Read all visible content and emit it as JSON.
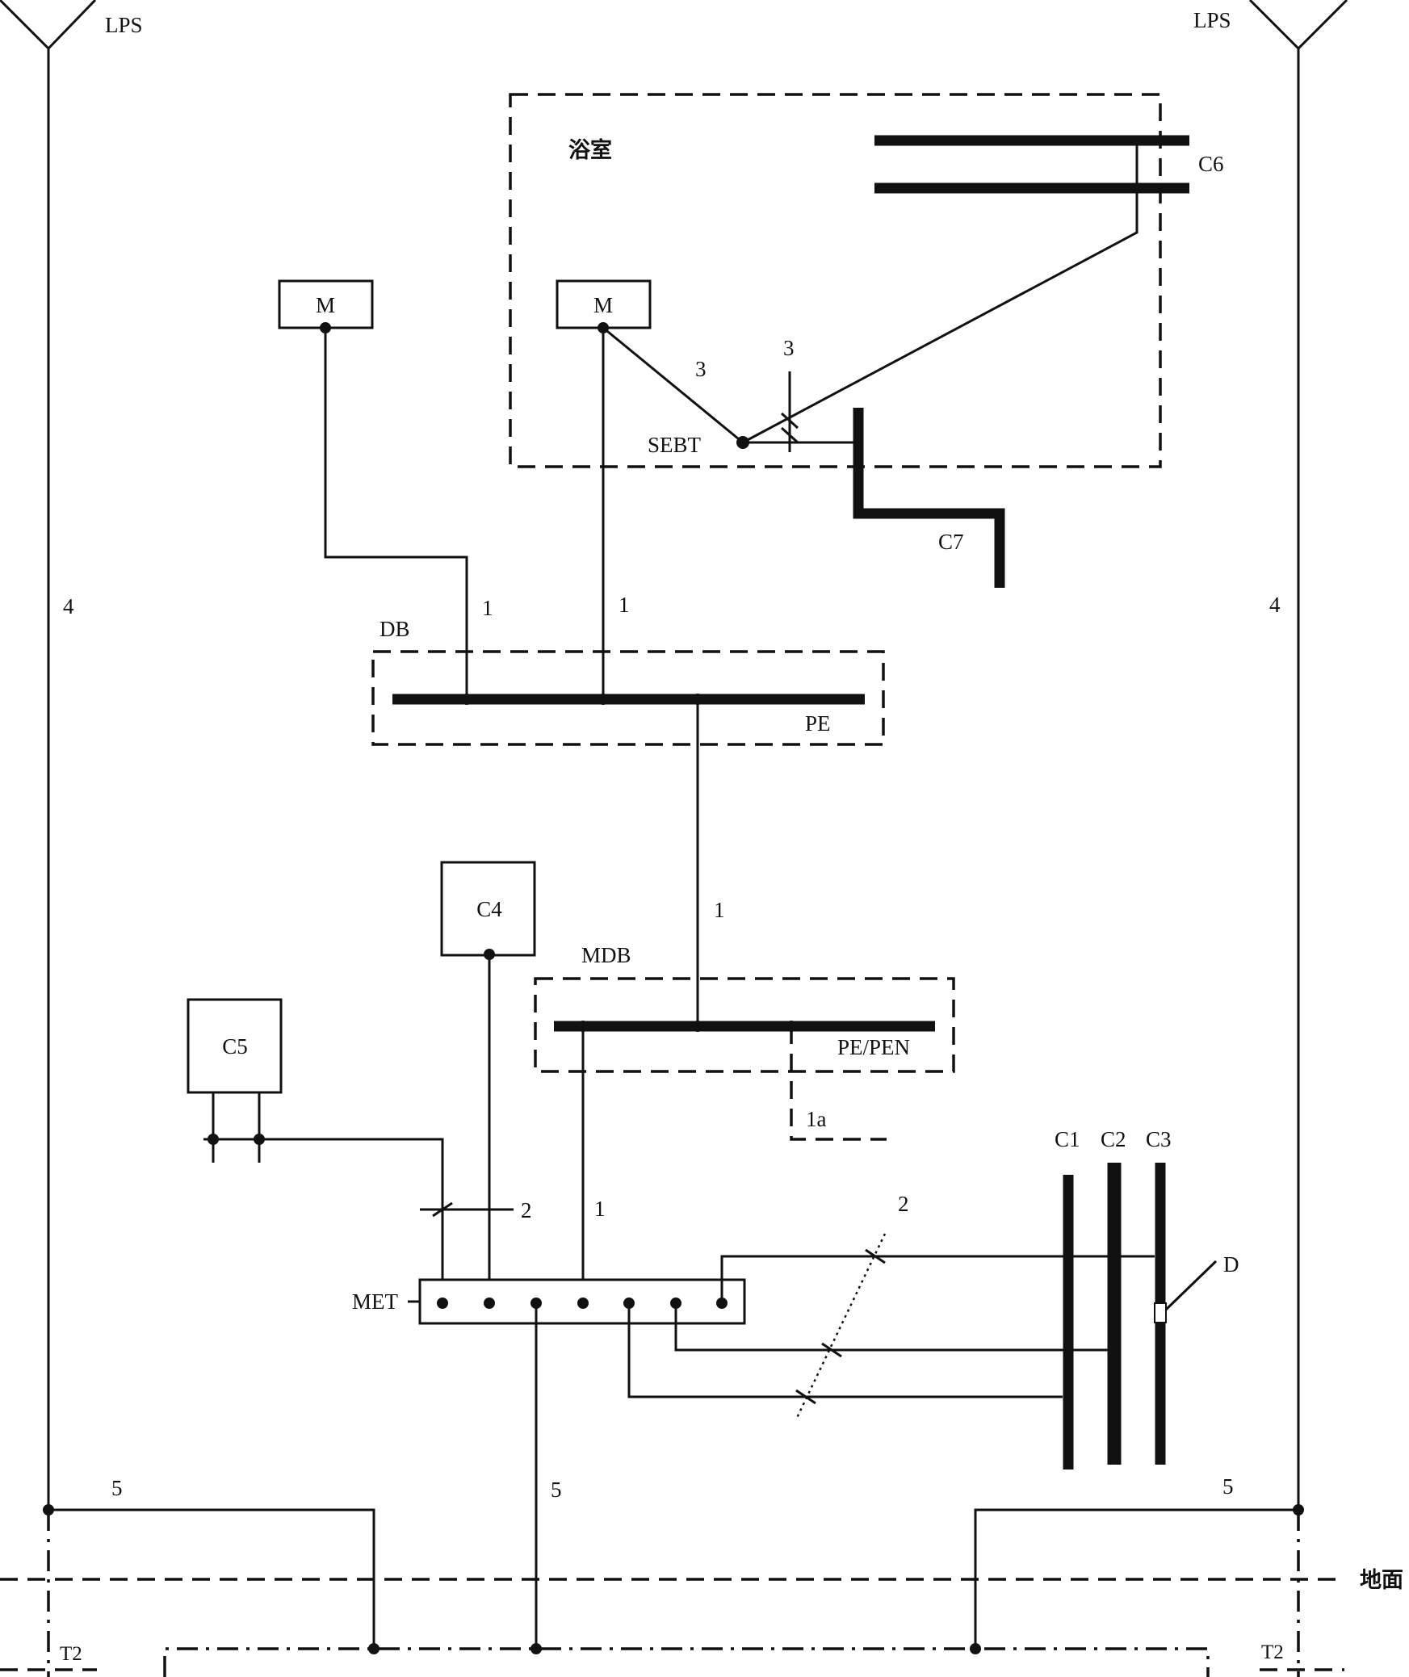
{
  "labels": {
    "lps_left": "LPS",
    "lps_right": "LPS",
    "bathroom": "浴室",
    "c6": "C6",
    "m_left": "M",
    "m_bath": "M",
    "sebt": "SEBT",
    "n3_a": "3",
    "n3_b": "3",
    "c7": "C7",
    "n4_left": "4",
    "n4_right": "4",
    "db": "DB",
    "n1_db_left": "1",
    "n1_db_right": "1",
    "pe": "PE",
    "c4": "C4",
    "n1_mdb": "1",
    "mdb": "MDB",
    "pe_pen": "PE/PEN",
    "c5": "C5",
    "n1a": "1a",
    "c1": "C1",
    "c2": "C2",
    "c3": "C3",
    "n2_left": "2",
    "n2_right": "2",
    "n1_met": "1",
    "d": "D",
    "met": "MET",
    "n5_left": "5",
    "n5_mid": "5",
    "n5_right": "5",
    "ground": "地面",
    "t2_left": "T2",
    "t2_right": "T2"
  },
  "colors": {
    "ink": "#111111",
    "background": "#ffffff"
  }
}
